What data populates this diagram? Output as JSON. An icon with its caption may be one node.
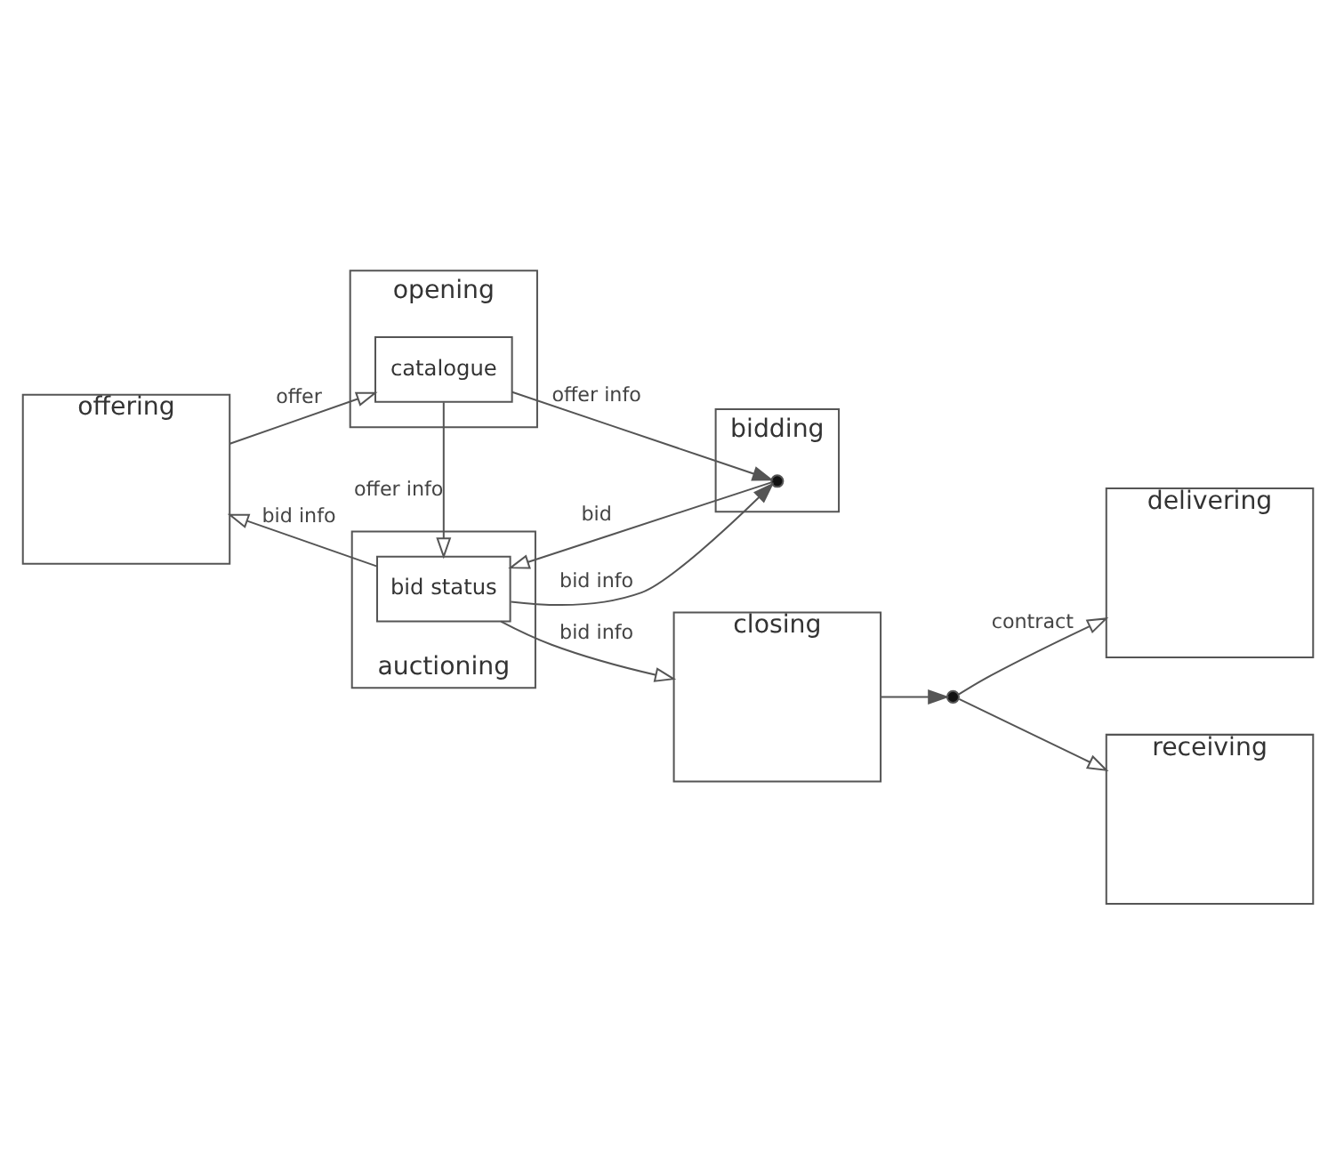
{
  "diagram": {
    "nodes": [
      {
        "text": [
          "offering"
        ]
      },
      {
        "text": [
          "opening"
        ]
      },
      {
        "text": [
          "catalogue"
        ],
        "in": 1
      },
      {
        "text": [
          "bidding"
        ]
      },
      {
        "text": [
          "auctioning"
        ]
      },
      {
        "text": [
          "bid status"
        ],
        "in": 4
      },
      {
        "text": [
          "closing"
        ]
      },
      {
        "text": [
          "delivering"
        ]
      },
      {
        "text": [
          "receiving"
        ]
      },
      {
        "text": [],
        "shape": "dot",
        "in": 3
      },
      {
        "text": [],
        "shape": "dot"
      }
    ],
    "edges": [
      {
        "from": 0,
        "to": 2,
        "arrow": "to",
        "label": "offer"
      },
      {
        "from": 2,
        "to": 9,
        "arrow": "to",
        "label": "offer info"
      },
      {
        "from": 2,
        "to": 5,
        "arrow": "to",
        "label": "offer info"
      },
      {
        "from": 5,
        "to": 0,
        "arrow": "to",
        "label": "bid info"
      },
      {
        "from": 5,
        "to": 9,
        "arrow": "to",
        "label": "bid info"
      },
      {
        "from": 9,
        "to": 5,
        "arrow": "to",
        "label": "bid"
      },
      {
        "from": 5,
        "to": 6,
        "arrow": "to",
        "label": "bid info"
      },
      {
        "from": 6,
        "to": 10,
        "arrow": "to"
      },
      {
        "from": 10,
        "to": 7,
        "arrow": "to",
        "label": "contract"
      },
      {
        "from": 10,
        "to": 8,
        "arrow": "to"
      }
    ]
  }
}
